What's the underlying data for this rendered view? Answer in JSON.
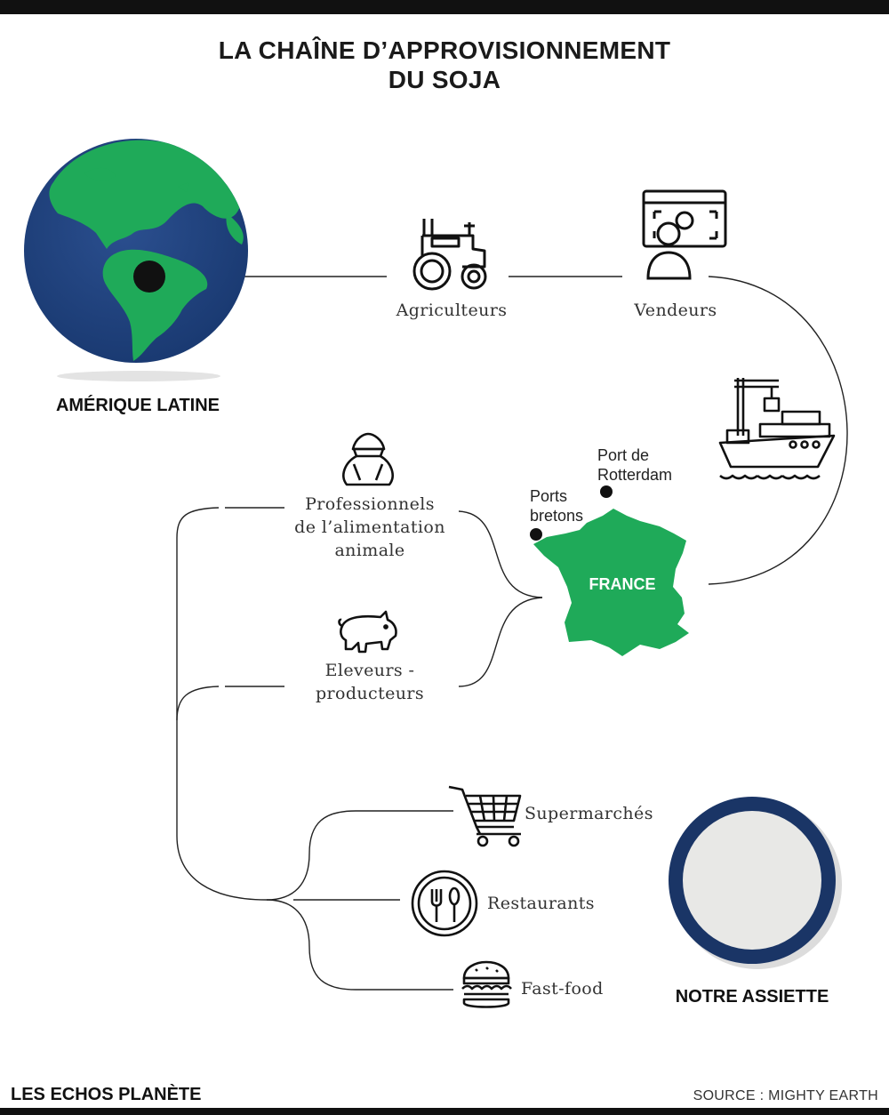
{
  "title": {
    "line1": "LA CHAÎNE D’APPROVISIONNEMENT",
    "line2": "DU SOJA"
  },
  "nodes": {
    "origin": "AMÉRIQUE LATINE",
    "farmers": "Agriculteurs",
    "sellers": "Vendeurs",
    "port_rotterdam_line1": "Port de",
    "port_rotterdam_line2": "Rotterdam",
    "ports_bretons_line1": "Ports",
    "ports_bretons_line2": "bretons",
    "france": "FRANCE",
    "feed_line1": "Professionnels",
    "feed_line2": "de l’alimentation",
    "feed_line3": "animale",
    "breeders_line1": "Eleveurs -",
    "breeders_line2": "producteurs",
    "supermarkets": "Supermarchés",
    "restaurants": "Restaurants",
    "fastfood": "Fast-food",
    "plate": "NOTRE ASSIETTE"
  },
  "icons": [
    "globe-icon",
    "tractor-icon",
    "seller-screen-icon",
    "cargo-ship-icon",
    "feed-sack-icon",
    "pig-icon",
    "cart-icon",
    "cutlery-icon",
    "burger-icon",
    "plate-icon",
    "france-map-icon"
  ],
  "colors": {
    "accent_green": "#1faa59",
    "ocean_blue": "#1d3f7a",
    "plate_navy": "#1a3566",
    "plate_inner": "#e8e8e6"
  },
  "footer": {
    "brand": "LES ECHOS PLANÈTE",
    "source": "SOURCE : MIGHTY EARTH"
  }
}
